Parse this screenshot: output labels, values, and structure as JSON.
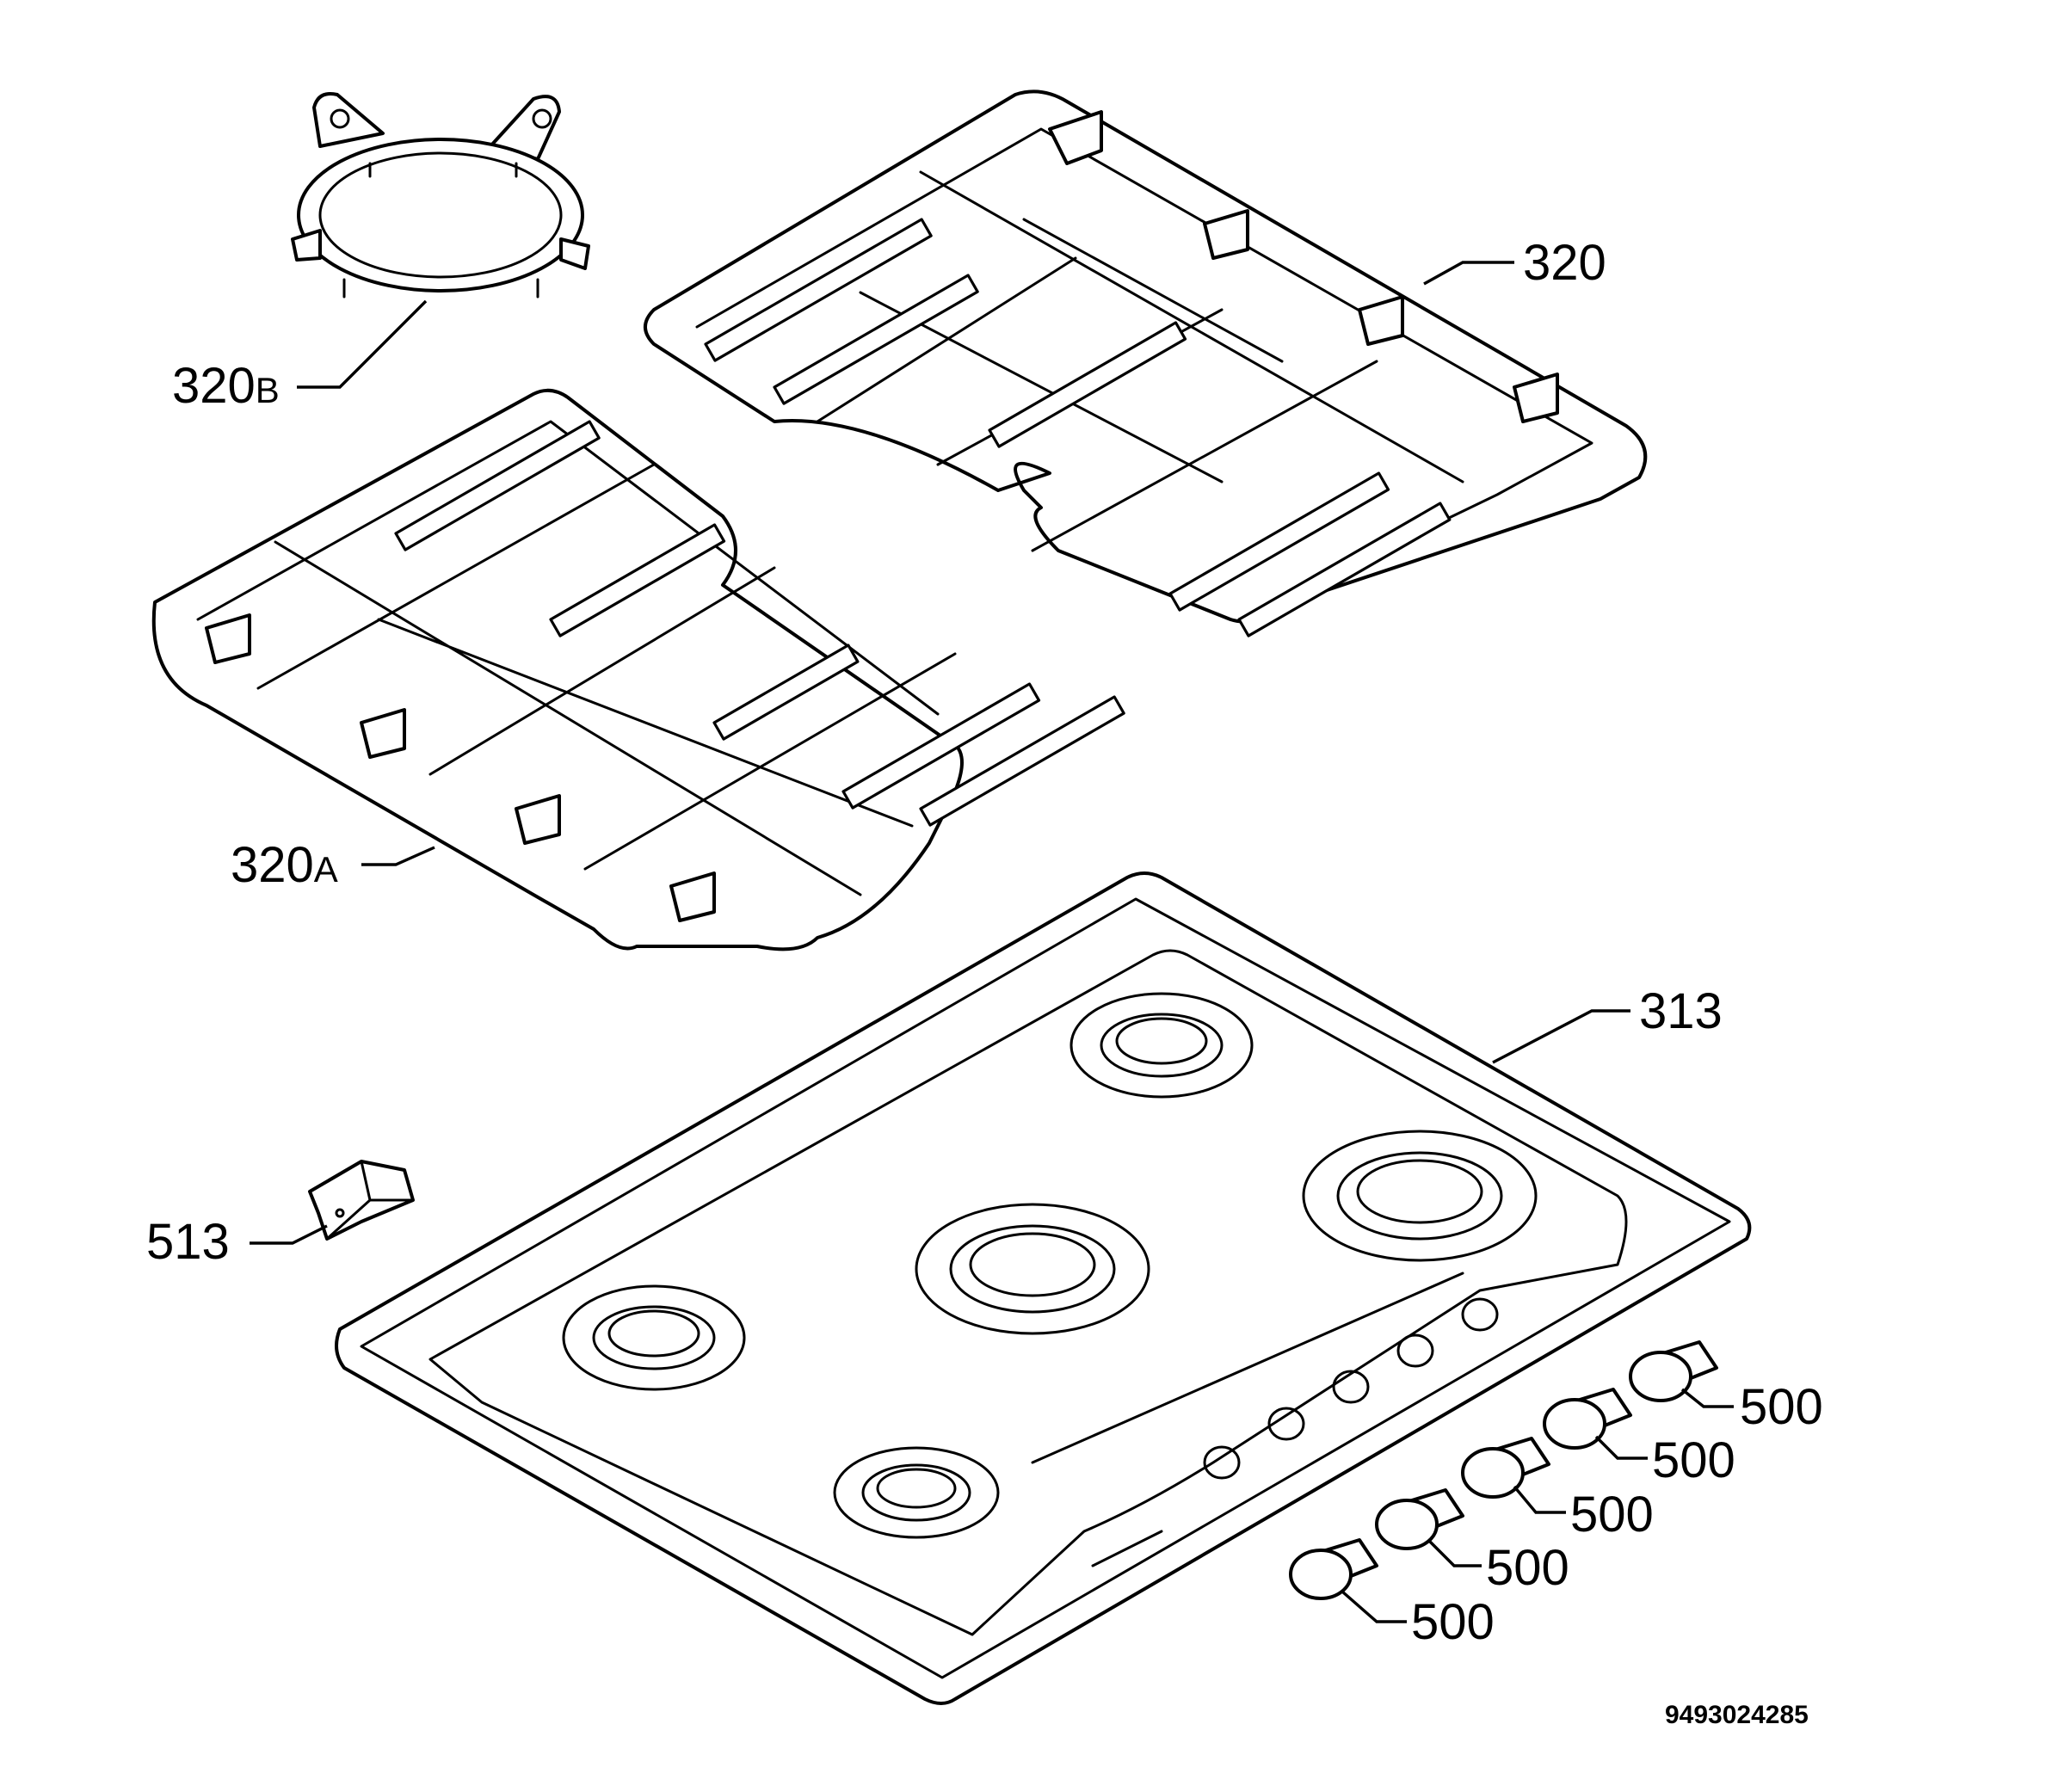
{
  "labels": {
    "grid_right": "320",
    "grid_left_num": "320",
    "grid_left_suffix": "A",
    "wok_ring_num": "320",
    "wok_ring_suffix": "B",
    "hob_top": "313",
    "clip": "513",
    "knob_1": "500",
    "knob_2": "500",
    "knob_3": "500",
    "knob_4": "500",
    "knob_5": "500"
  },
  "drawing_number": "9493024285"
}
